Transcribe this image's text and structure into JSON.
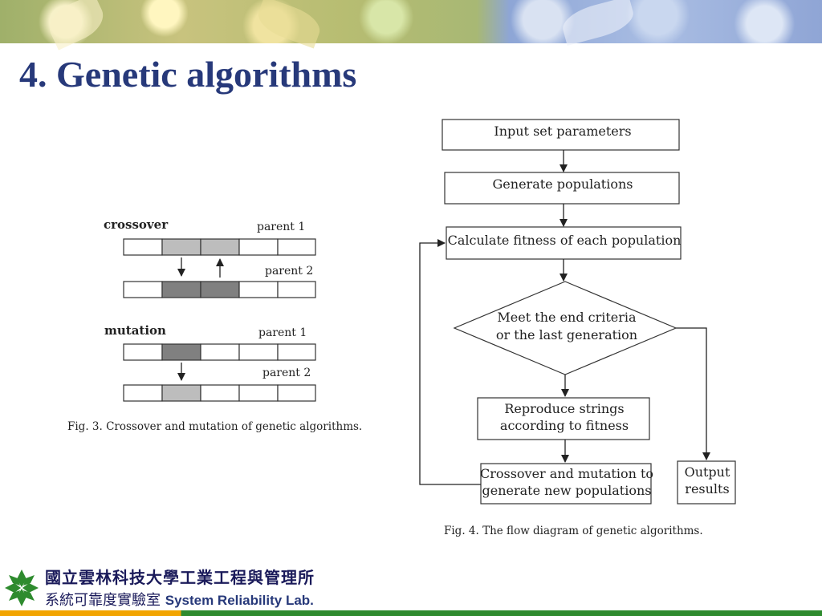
{
  "slide": {
    "title": "4. Genetic algorithms"
  },
  "crossover_figure": {
    "crossover_label": "crossover",
    "mutation_label": "mutation",
    "parent1_label": "parent 1",
    "parent2_label": "parent 2",
    "caption": "Fig. 3. Crossover and mutation of genetic algorithms."
  },
  "flow_diagram": {
    "steps": {
      "input": "Input set parameters",
      "generate": "Generate populations",
      "fitness": "Calculate fitness of each population",
      "decision_line1": "Meet the end criteria",
      "decision_line2": "or the last generation",
      "reproduce_line1": "Reproduce strings",
      "reproduce_line2": "according to fitness",
      "crossover_line1": "Crossover and mutation to",
      "crossover_line2": "generate new populations",
      "output_line1": "Output",
      "output_line2": "results"
    },
    "caption": "Fig. 4. The flow diagram of genetic algorithms."
  },
  "footer": {
    "institute_cn": "國立雲林科技大學工業工程與管理所",
    "lab_cn": "系統可靠度實驗室",
    "lab_en": "System Reliability Lab."
  },
  "colors": {
    "title": "#27397a",
    "cell_light": "#bdbdbd",
    "cell_dark": "#808080",
    "footer_orange": "#f2a400",
    "footer_green": "#2e8b2e"
  }
}
